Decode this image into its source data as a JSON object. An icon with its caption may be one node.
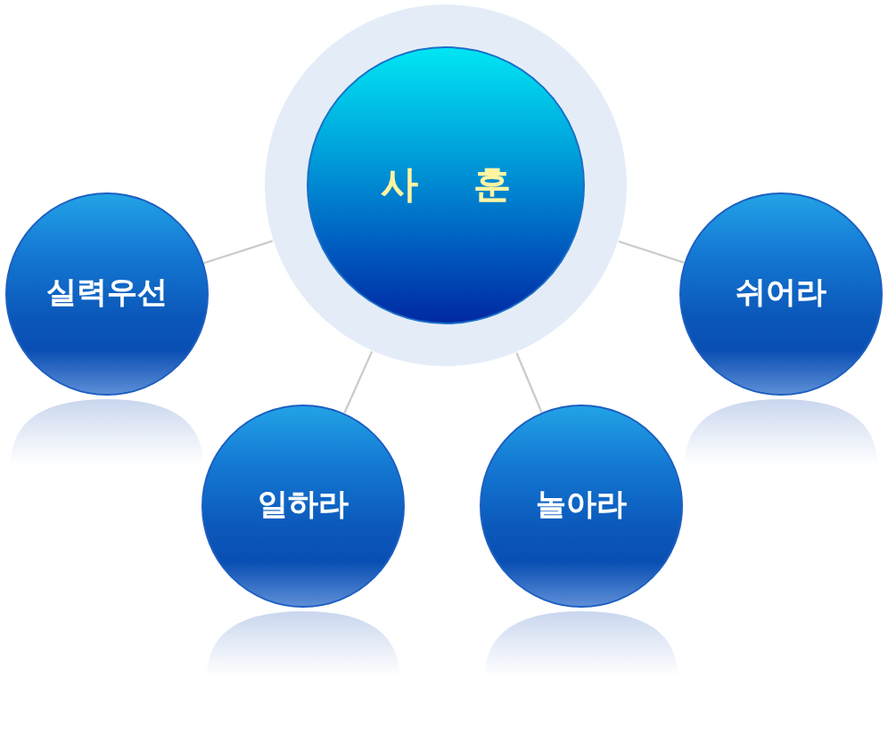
{
  "diagram": {
    "nodes": [
      {
        "text": [],
        "shape": "circle"
      },
      {
        "text": [
          "사 훈"
        ],
        "in": 0
      },
      {
        "text": [
          "실력우선"
        ]
      },
      {
        "text": [
          "쉬어라"
        ]
      },
      {
        "text": [
          "일하라"
        ]
      },
      {
        "text": [
          "놀아라"
        ]
      }
    ],
    "edges": [
      {
        "from": 0,
        "to": 2,
        "arrow": "none"
      },
      {
        "from": 0,
        "to": 3,
        "arrow": "none"
      },
      {
        "from": 0,
        "to": 4,
        "arrow": "none"
      },
      {
        "from": 0,
        "to": 5,
        "arrow": "none"
      }
    ]
  }
}
